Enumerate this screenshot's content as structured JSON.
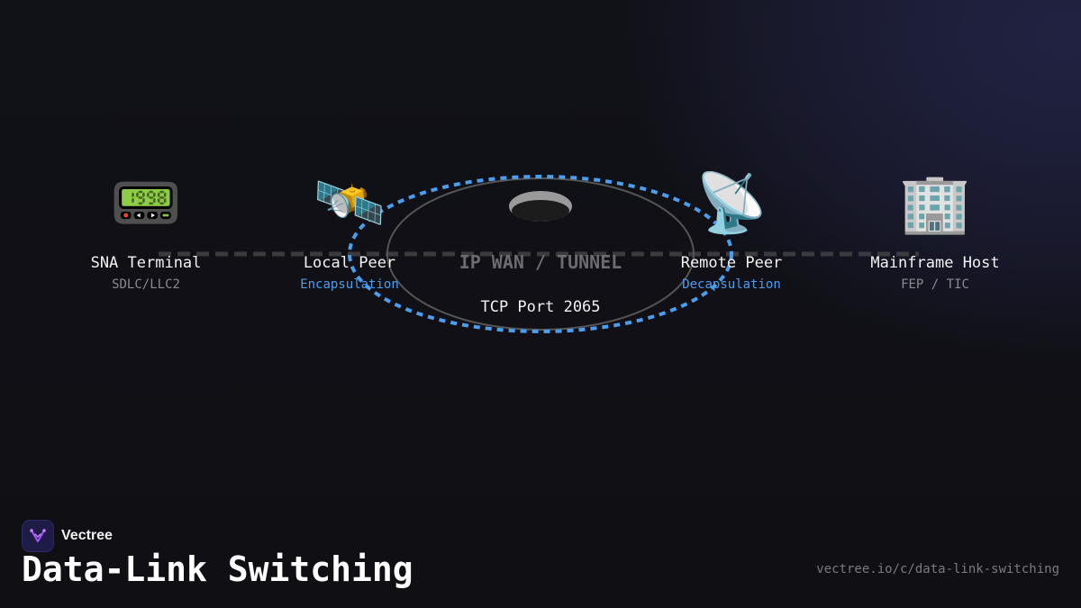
{
  "wan": {
    "label": "IP WAN / TUNNEL",
    "port": "TCP Port 2065"
  },
  "nodes": [
    {
      "icon": "pager-icon",
      "glyph": "📟",
      "title": "SNA Terminal",
      "subtitle": "SDLC/LLC2",
      "subtitle_color": "#8a8a90"
    },
    {
      "icon": "satellite-icon",
      "glyph": "🛰️",
      "title": "Local Peer",
      "subtitle": "Encapsulation",
      "subtitle_color": "#4a9eed"
    },
    {
      "icon": "satellite-antenna-icon",
      "glyph": "📡",
      "title": "Remote Peer",
      "subtitle": "Decapsulation",
      "subtitle_color": "#4a9eed"
    },
    {
      "icon": "office-building-icon",
      "glyph": "🏢",
      "title": "Mainframe Host",
      "subtitle": "FEP / TIC",
      "subtitle_color": "#8a8a90"
    }
  ],
  "colors": {
    "accent": "#4a9eed",
    "link_line": "#3a3a3f",
    "tunnel_outline": "#555555"
  },
  "brand": {
    "name": "Vectree",
    "logo_icon": "vectree-logo-icon"
  },
  "footer": {
    "title": "Data-Link Switching",
    "url": "vectree.io/c/data-link-switching"
  }
}
